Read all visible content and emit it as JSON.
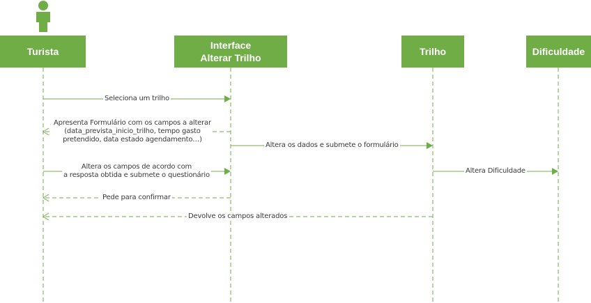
{
  "colors": {
    "accent": "#70ad47",
    "line": "#70ad47",
    "text": "#3a3a3a",
    "box_text": "#ffffff"
  },
  "actor_icon": "person-icon",
  "participants": [
    {
      "id": "turista",
      "label": "Turista"
    },
    {
      "id": "interface",
      "label": "Interface\nAlterar Trilho"
    },
    {
      "id": "trilho",
      "label": "Trilho"
    },
    {
      "id": "dificuldade",
      "label": "Dificuldade"
    }
  ],
  "messages": [
    {
      "from": "turista",
      "to": "interface",
      "style": "solid",
      "label": "Seleciona um trilho"
    },
    {
      "from": "interface",
      "to": "turista",
      "style": "dashed",
      "label": "Apresenta Formulário com os campos a alterar\n(data_prevista_inicio_trilho, tempo gasto\npretendido, data estado agendamento…)"
    },
    {
      "from": "interface",
      "to": "trilho",
      "style": "solid",
      "label": "Altera os dados e submete o formulário"
    },
    {
      "from": "turista",
      "to": "interface",
      "style": "solid",
      "label": "Altera os campos de acordo com\na resposta obtida e submete o questionário"
    },
    {
      "from": "trilho",
      "to": "dificuldade",
      "style": "solid",
      "label": "Altera Dificuldade"
    },
    {
      "from": "interface",
      "to": "turista",
      "style": "dashed",
      "label": "Pede  para confirmar"
    },
    {
      "from": "trilho",
      "to": "turista",
      "style": "dashed",
      "label": "Devolve os campos alterados"
    }
  ]
}
